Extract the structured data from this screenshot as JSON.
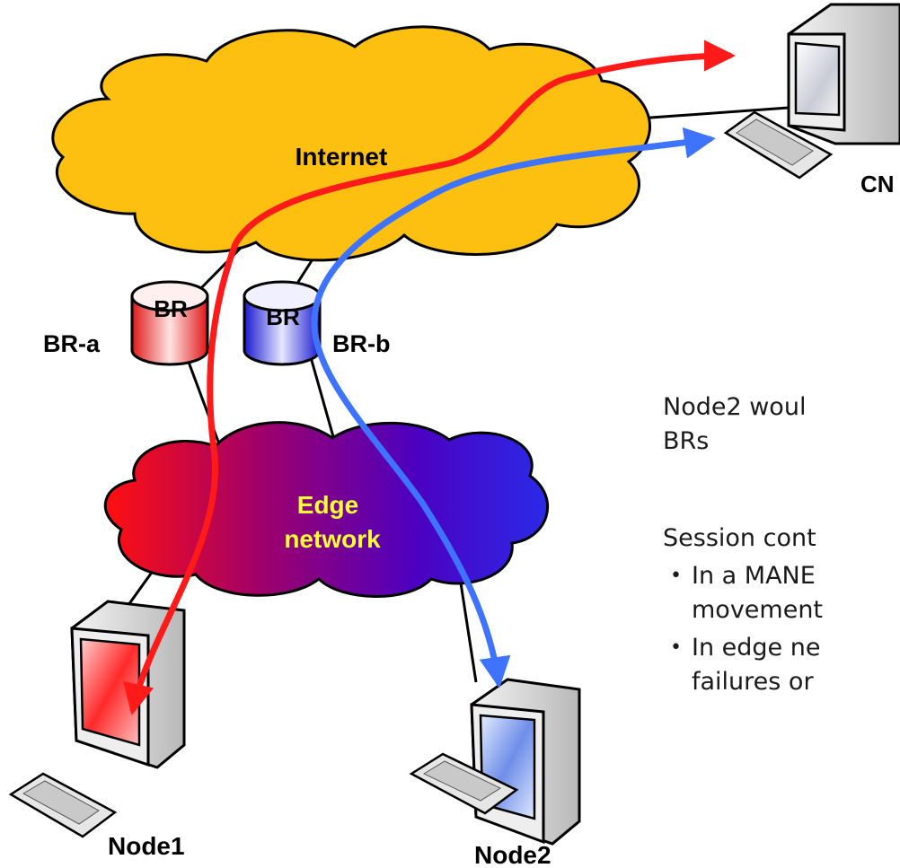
{
  "diagram": {
    "clouds": {
      "internet": "Internet",
      "edge_line1": "Edge",
      "edge_line2": "network"
    },
    "routers": {
      "br_a_label": "BR-a",
      "br_b_label": "BR-b",
      "router_text": "BR"
    },
    "hosts": {
      "cn_label": "CN",
      "node1_label": "Node1",
      "node2_label": "Node2"
    }
  },
  "text": {
    "line1": "Node2 woul",
    "line2": "BRs",
    "line3": "Session cont",
    "bullet1_line1": "In a MANE",
    "bullet1_line2": "movement",
    "bullet2_line1": "In edge ne",
    "bullet2_line2": "failures or"
  },
  "colors": {
    "internet_cloud": "#fdc010",
    "red_path": "#ff1a1a",
    "blue_path": "#3d73ff",
    "edge_label": "#ffff33"
  }
}
